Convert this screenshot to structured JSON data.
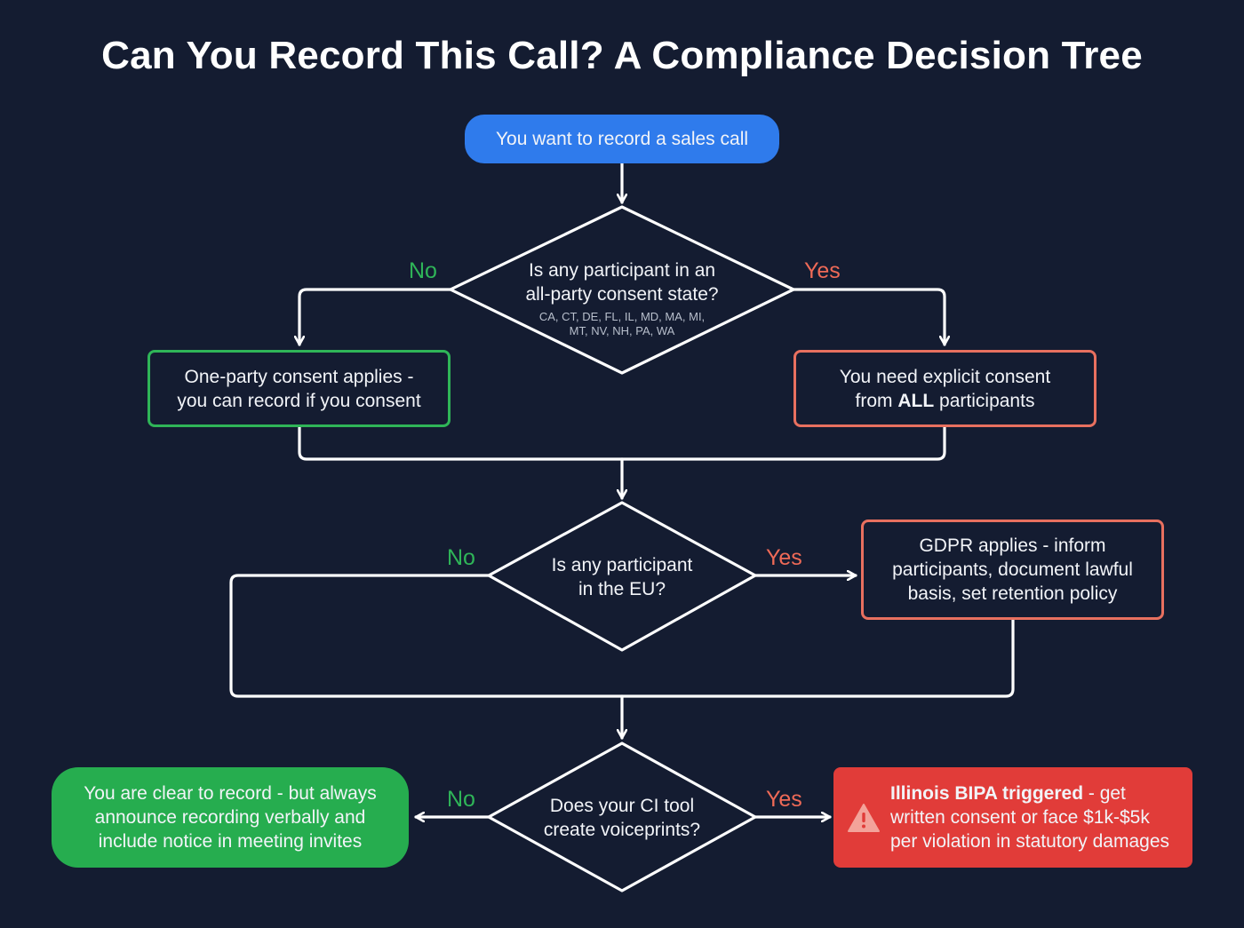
{
  "title": "Can You Record This Call? A Compliance Decision Tree",
  "colors": {
    "background": "#141c31",
    "start": "#2f7bec",
    "yes_green": "#2fb558",
    "no_red": "#e8705f",
    "alert_red": "#e13c39",
    "line": "#ffffff"
  },
  "start": {
    "text": "You want to record a sales call"
  },
  "decision1": {
    "question_line1": "Is any participant in an",
    "question_line2": "all-party consent state?",
    "states_line1": "CA, CT, DE, FL, IL, MD, MA, MI,",
    "states_line2": "MT, NV, NH, PA, WA",
    "no_label": "No",
    "yes_label": "Yes"
  },
  "outcome_one_party": {
    "line1": "One-party consent applies -",
    "line2": "you can record if you consent"
  },
  "outcome_all_party": {
    "line1": "You need explicit consent",
    "line2_prefix": "from ",
    "line2_bold": "ALL",
    "line2_suffix": " participants"
  },
  "decision2": {
    "question_line1": "Is any participant",
    "question_line2": "in the EU?",
    "no_label": "No",
    "yes_label": "Yes"
  },
  "outcome_gdpr": {
    "line1": "GDPR applies - inform",
    "line2": "participants, document lawful",
    "line3": "basis, set retention policy"
  },
  "decision3": {
    "question_line1": "Does your CI tool",
    "question_line2": "create voiceprints?",
    "no_label": "No",
    "yes_label": "Yes"
  },
  "outcome_clear": {
    "line1": "You are clear to record - but always",
    "line2": "announce recording verbally and",
    "line3": "include notice in meeting invites"
  },
  "outcome_bipa": {
    "icon": "warning-triangle-icon",
    "line1_bold": "Illinois BIPA triggered",
    "line1_rest": " - get",
    "line2": "written consent or face $1k-$5k",
    "line3": "per violation in statutory damages"
  }
}
